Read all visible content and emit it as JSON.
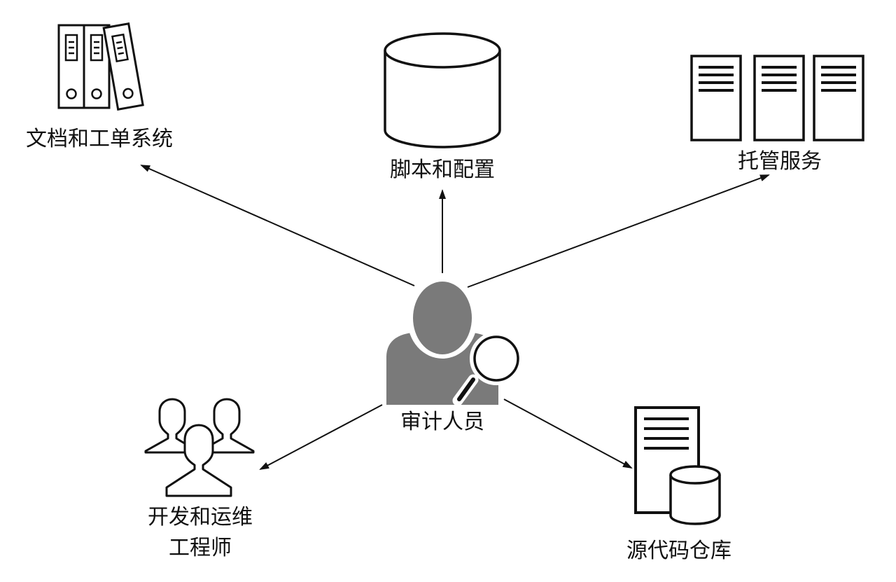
{
  "center": {
    "label": "审计人员",
    "icon": "auditor-magnifier-icon"
  },
  "nodes": {
    "docs": {
      "label": "文档和工单系统",
      "icon": "binders-icon"
    },
    "scripts": {
      "label": "脚本和配置",
      "icon": "database-cylinder-icon"
    },
    "hosted": {
      "label": "托管服务",
      "icon": "servers-icon"
    },
    "devops": {
      "label_line1": "开发和运维",
      "label_line2": "工程师",
      "icon": "people-group-icon"
    },
    "repo": {
      "label": "源代码仓库",
      "icon": "document-database-icon"
    }
  },
  "colors": {
    "line": "#111111",
    "person": "#7a7a7a"
  }
}
